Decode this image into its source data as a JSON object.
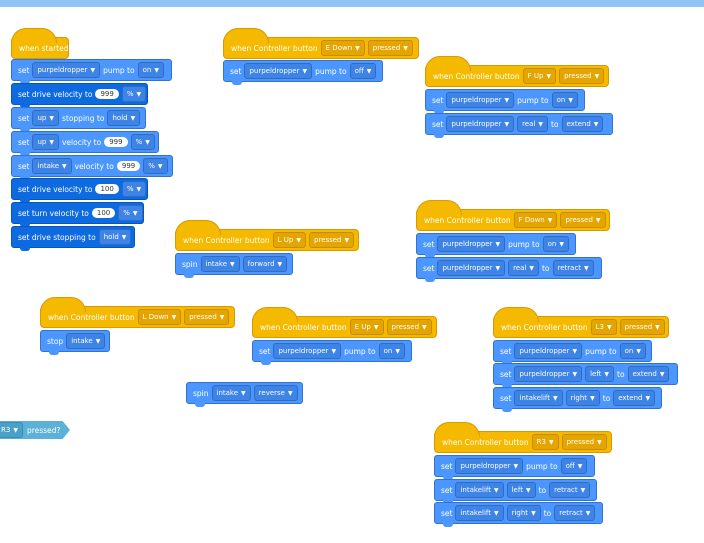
{
  "colors": {
    "event": "#f5b900",
    "command": "#4c97ff",
    "drive": "#0e6ae0",
    "sensing": "#5cb1d6",
    "topbar": "#8fc3f2"
  },
  "blocks": {
    "when_started": "when started",
    "when_controller_button": "when Controller button",
    "set": "set",
    "spin": "spin",
    "stop": "stop",
    "pump_to": "pump to",
    "to": "to",
    "stopping_to": "stopping to",
    "velocity_to": "velocity to",
    "set_drive_velocity_to": "set drive velocity to",
    "set_turn_velocity_to": "set turn velocity to",
    "set_drive_stopping_to": "set drive stopping to",
    "pressed_q": "pressed?"
  },
  "dropdowns": {
    "purpeldropper": "purpeldropper",
    "on": "on",
    "off": "off",
    "percent": "%",
    "up": "up",
    "hold": "hold",
    "intake": "intake",
    "pressed": "pressed",
    "E_down": "E Down",
    "F_up": "F Up",
    "L_up": "L Up",
    "forward": "forward",
    "F_down": "F Down",
    "real": "real",
    "extend": "extend",
    "retract": "retract",
    "L_down": "L Down",
    "E_up": "E Up",
    "L3": "L3",
    "left": "left",
    "intakelift": "intakelift",
    "right": "right",
    "reverse": "reverse",
    "R3": "R3"
  },
  "numbers": {
    "v999": "999",
    "v100": "100"
  }
}
